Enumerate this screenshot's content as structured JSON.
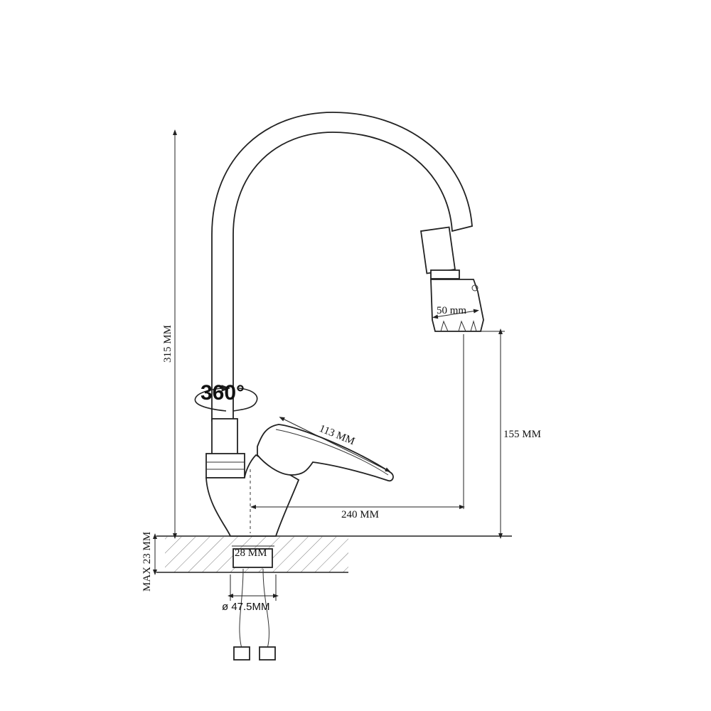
{
  "dimensions": {
    "height_total": "315 MM",
    "spout_height": "155 MM",
    "spout_reach": "240 MM",
    "handle_length": "113 MM",
    "aerator_diameter": "50 mm",
    "thread_diameter": "28 MM",
    "base_diameter": "ø 47.5MM",
    "max_countertop": "MAX 23 MM"
  },
  "rotation_label": "360°",
  "colors": {
    "line": "#222222",
    "background": "#ffffff"
  }
}
